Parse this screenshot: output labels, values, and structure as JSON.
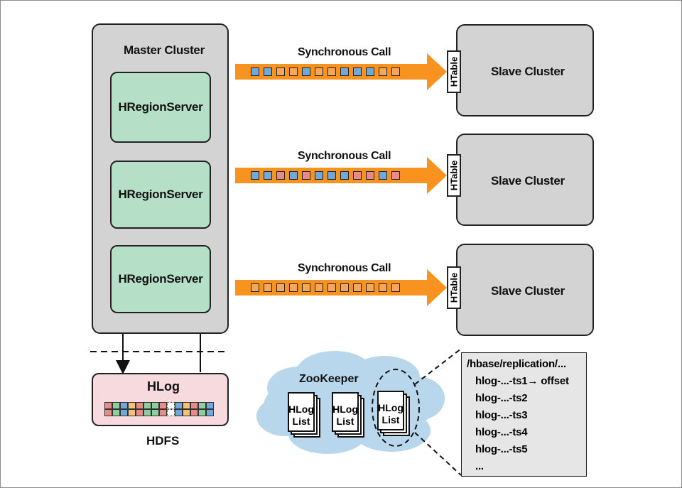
{
  "master": {
    "title": "Master Cluster",
    "servers": [
      "HRegionServer",
      "HRegionServer",
      "HRegionServer"
    ]
  },
  "calls": [
    {
      "label": "Synchronous Call",
      "colors": [
        "blue",
        "blue",
        "orange",
        "orange",
        "blue",
        "orange",
        "orange",
        "blue",
        "blue",
        "blue",
        "orange",
        "orange"
      ]
    },
    {
      "label": "Synchronous Call",
      "colors": [
        "blue",
        "blue",
        "pink",
        "blue",
        "pink",
        "blue",
        "blue",
        "blue",
        "pink",
        "pink",
        "blue",
        "pink"
      ]
    },
    {
      "label": "Synchronous Call",
      "colors": [
        "orange",
        "orange",
        "orange",
        "orange",
        "orange",
        "orange",
        "orange",
        "orange",
        "orange",
        "orange",
        "orange",
        "orange"
      ]
    }
  ],
  "htable_label": "HTable",
  "slaves": [
    "Slave Cluster",
    "Slave Cluster",
    "Slave Cluster"
  ],
  "hlog": {
    "title": "HLog",
    "storage_label": "HDFS"
  },
  "zookeeper": {
    "label": "ZooKeeper",
    "docs": [
      {
        "line1": "HLog",
        "line2": "List"
      },
      {
        "line1": "HLog",
        "line2": "List"
      },
      {
        "line1": "HLog",
        "line2": "List"
      }
    ]
  },
  "replication_path": {
    "header": "/hbase/replication/...",
    "entries": [
      "hlog-...-ts1→ offset",
      "hlog-...-ts2",
      "hlog-...-ts3",
      "hlog-...-ts4",
      "hlog-...-ts5",
      "..."
    ]
  },
  "colors": {
    "blue": "#6fa9dc",
    "orange": "#f6a85a",
    "pink": "#e78a8a",
    "green": "#b6dfc7",
    "grey": "#d3d3d3",
    "arrow": "#f7931e"
  }
}
